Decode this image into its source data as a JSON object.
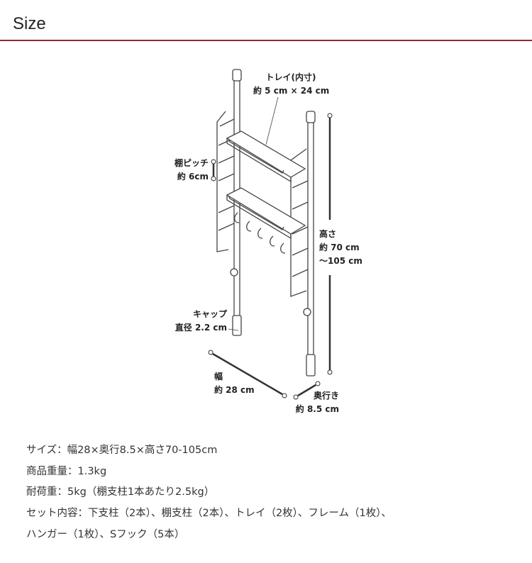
{
  "header": {
    "title": "Size"
  },
  "diagram": {
    "tray": {
      "title": "トレイ(内寸)",
      "value": "約 5 cm × 24 cm"
    },
    "pitch": {
      "title": "棚ピッチ",
      "value": "約 6cm"
    },
    "height": {
      "title": "高さ",
      "value": "約 70 cm",
      "value2": "〜105 cm"
    },
    "cap": {
      "title": "キャップ",
      "value": "直径 2.2 cm"
    },
    "width": {
      "title": "幅",
      "value": "約 28 cm"
    },
    "depth": {
      "title": "奥行き",
      "value": "約 8.5 cm"
    }
  },
  "specs": [
    "サイズ：幅28×奥行8.5×高さ70-105cm",
    "商品重量：1.3kg",
    "耐荷重：5kg（棚支柱1本あたり2.5kg）",
    "セット内容：下支柱（2本）、棚支柱（2本）、トレイ（2枚）、フレーム（1枚）、",
    "ハンガー（1枚）、Sフック（5本）"
  ],
  "colors": {
    "accent": "#8a2b3b",
    "line": "#444444"
  }
}
